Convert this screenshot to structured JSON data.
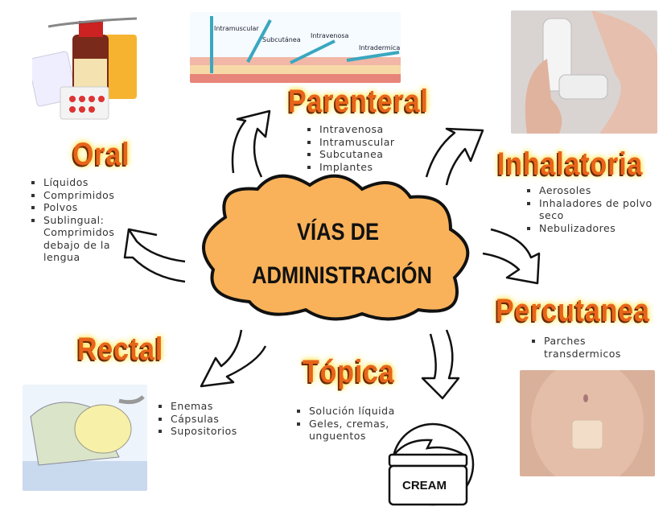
{
  "center": {
    "line1": "VÍAS DE",
    "line2": "ADMINISTRACIÓN"
  },
  "branches": {
    "oral": {
      "title": "Oral",
      "items": [
        "Líquidos",
        "Comprimidos",
        "Polvos",
        "Sublingual: Comprimidos debajo de la lengua"
      ]
    },
    "parenteral": {
      "title": "Parenteral",
      "items": [
        "Intravenosa",
        "Intramuscular",
        "Subcutanea",
        "Implantes"
      ]
    },
    "inhalatoria": {
      "title": "Inhalatoria",
      "items": [
        "Aerosoles",
        "Inhaladores de polvo seco",
        "Nebulizadores"
      ]
    },
    "percutanea": {
      "title": "Percutanea",
      "items": [
        "Parches transdermicos"
      ]
    },
    "topica": {
      "title": "Tópica",
      "items": [
        "Solución líquida",
        "Geles, cremas, unguentos"
      ]
    },
    "rectal": {
      "title": "Rectal",
      "items": [
        "Enemas",
        "Cápsulas",
        "Supositorios"
      ]
    }
  },
  "syringe_labels": [
    "Intramuscular",
    "Subcutánea",
    "Intravenosa",
    "Intradermica"
  ],
  "cream_label": "CREAM",
  "colors": {
    "title": "#e8641a",
    "cloud": "#f9b25a",
    "glow": "#ffe24a"
  }
}
